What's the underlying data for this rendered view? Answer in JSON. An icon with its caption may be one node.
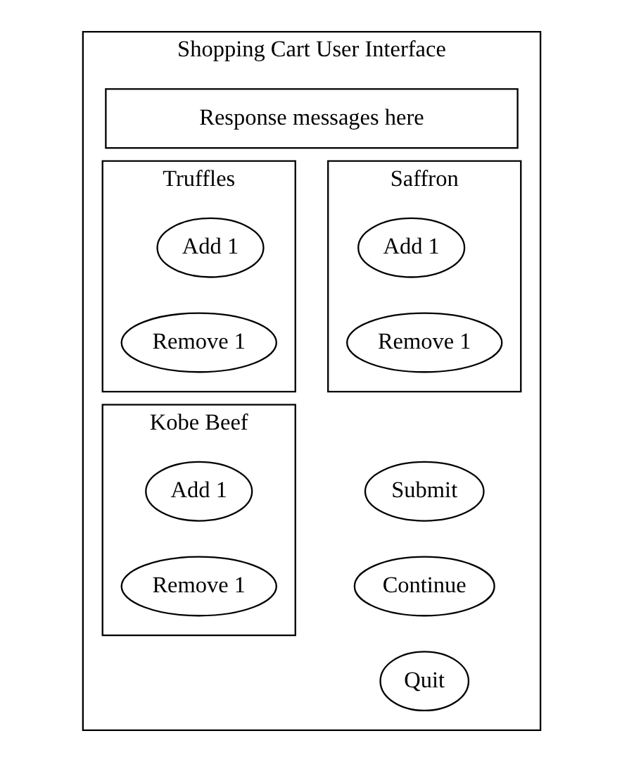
{
  "diagram": {
    "nodes": [
      {
        "text": [
          "Shopping Cart User Interface"
        ]
      },
      {
        "text": [
          "Response messages here"
        ],
        "in": 0
      },
      {
        "text": [
          "Truffles"
        ],
        "in": 0
      },
      {
        "text": [
          "Add 1"
        ],
        "in": 2
      },
      {
        "text": [
          "Remove 1"
        ],
        "in": 2
      },
      {
        "text": [
          "Saffron"
        ],
        "in": 0
      },
      {
        "text": [
          "Add 1"
        ],
        "in": 5
      },
      {
        "text": [
          "Remove 1"
        ],
        "in": 5
      },
      {
        "text": [
          "Kobe Beef"
        ],
        "in": 0
      },
      {
        "text": [
          "Add 1"
        ],
        "in": 8
      },
      {
        "text": [
          "Remove 1"
        ],
        "in": 8
      },
      {
        "text": [
          "Submit"
        ],
        "in": 0
      },
      {
        "text": [
          "Continue"
        ],
        "in": 0
      },
      {
        "text": [
          "Quit"
        ],
        "in": 0
      }
    ],
    "edges": []
  }
}
